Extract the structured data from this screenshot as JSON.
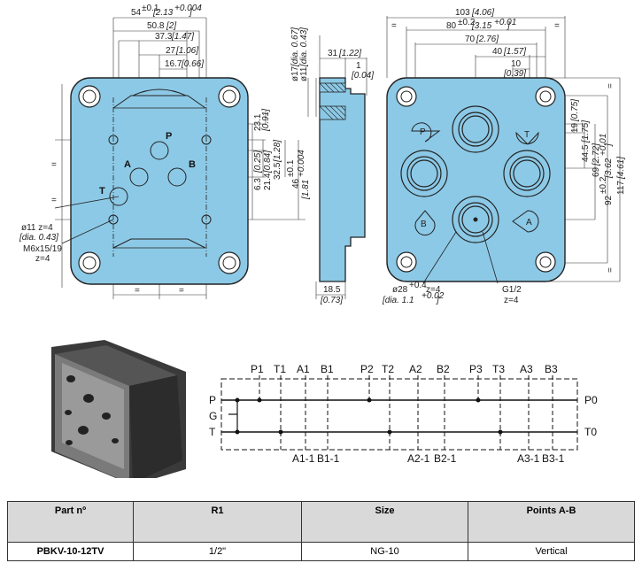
{
  "front_view": {
    "dims": {
      "d54": "54",
      "d54_tol": "±0.1",
      "d54_in": "[2.13",
      "d54_in_tol": "+0.004",
      "d50": "50.8",
      "d50_in": "[2]",
      "d37": "37.3",
      "d37_in": "[1.47]",
      "d27": "27",
      "d27_in": "[1.06]",
      "d16": "16.7",
      "d16_in": "[0.66]",
      "d23": "23.1",
      "d23_in": "[0.91]",
      "d6": "6.3",
      "d6_in": "[0.25]",
      "d21": "21.4",
      "d21_in": "[0.84]",
      "d32": "32.5",
      "d32_in": "[1.28]",
      "d46": "46",
      "d46_tol": "±0.1",
      "d46_in": "[1.81",
      "d46_in_tol": "+0.004"
    },
    "ports": {
      "p": "P",
      "a": "A",
      "b": "B",
      "t": "T"
    },
    "notes": {
      "n1": "ø11 z=4",
      "n2": "[dia. 0.43]",
      "n3": "M6x15/19",
      "n4": "z=4"
    },
    "eq": "="
  },
  "side_view": {
    "d17": "ø17",
    "d17_in": "[dia. 0.67]",
    "d11": "ø11",
    "d11_in": "[dia. 0.43]",
    "d31": "31",
    "d31_in": "[1.22]",
    "d1": "1",
    "d1_in": "[0.04]",
    "d18": "18.5",
    "d18_in": "[0.73]"
  },
  "back_view": {
    "dims": {
      "d103": "103",
      "d103_in": "[4.06]",
      "d80": "80",
      "d80_tol": "±0.2",
      "d80_in": "[3.15",
      "d80_in_tol": "+0.01",
      "d70": "70",
      "d70_in": "[2.76]",
      "d40": "40",
      "d40_in": "[1.57]",
      "d10": "10",
      "d10_in": "[0.39]",
      "d19": "19",
      "d19_in": "[0.75]",
      "d44": "44.5",
      "d44_in": "[1.75]",
      "d69": "69",
      "d69_in": "[2.72]",
      "d92": "92",
      "d92_tol": "±0.2",
      "d92_in": "[3.62",
      "d92_in_tol": "+0.01",
      "d117": "117",
      "d117_in": "[4.61]"
    },
    "ports": {
      "p": "P",
      "t": "T",
      "b": "B",
      "a": "A"
    },
    "notes": {
      "n1": "ø28",
      "n1_tol": "+0.4",
      "n1b": "z=4",
      "n2": "[dia. 1.1",
      "n2_tol": "+0.02",
      "n3": "G1/2",
      "n4": "z=4"
    }
  },
  "schematic": {
    "top_labels": [
      "P1",
      "T1",
      "A1",
      "B1",
      "P2",
      "T2",
      "A2",
      "B2",
      "P3",
      "T3",
      "A3",
      "B3"
    ],
    "left_labels": [
      "P",
      "G",
      "T"
    ],
    "right_labels": [
      "P0",
      "T0"
    ],
    "bottom_labels": [
      "A1-1",
      "B1-1",
      "A2-1",
      "B2-1",
      "A3-1",
      "B3-1"
    ]
  },
  "table": {
    "headers": [
      "Part nº",
      "R1",
      "Size",
      "Points A-B"
    ],
    "rows": [
      [
        "PBKV-10-12TV",
        "1/2\"",
        "NG-10",
        "Vertical"
      ]
    ]
  },
  "colors": {
    "plate": "#8cc9e6",
    "stroke": "#222222"
  }
}
